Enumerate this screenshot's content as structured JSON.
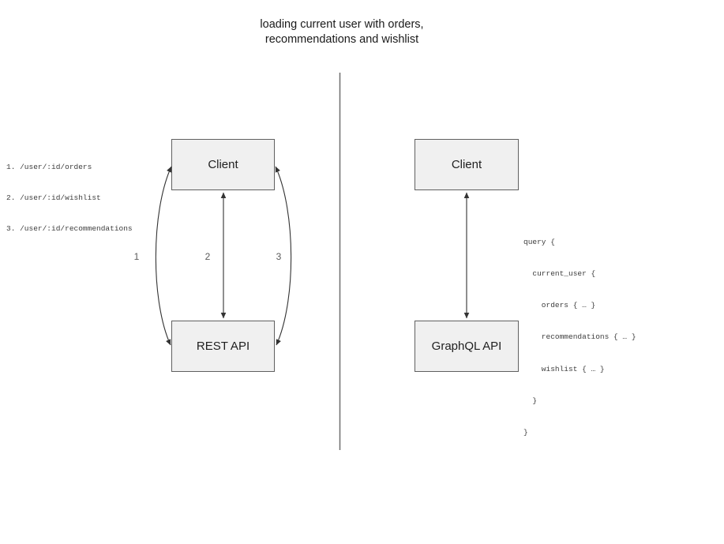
{
  "title": {
    "line1": "loading current user with orders,",
    "line2": "recommendations and wishlist"
  },
  "left_panel": {
    "endpoints": [
      "1. /user/:id/orders",
      "2. /user/:id/wishlist",
      "3. /user/:id/recommendations"
    ],
    "client_label": "Client",
    "api_label": "REST API",
    "arrow_labels": [
      "1",
      "2",
      "3"
    ]
  },
  "right_panel": {
    "client_label": "Client",
    "api_label": "GraphQL API",
    "query_lines": [
      "query {",
      "  current_user {",
      "    orders { … }",
      "    recommendations { … }",
      "    wishlist { … }",
      "  }",
      "}"
    ]
  },
  "colors": {
    "box_fill": "#f0f0f0",
    "box_border": "#606060",
    "arrow": "#333333",
    "divider": "#6e6e6e",
    "code_text": "#3d3d3d",
    "arrow_label_text": "#5a5a5a",
    "title_text": "#1a1a1a"
  }
}
